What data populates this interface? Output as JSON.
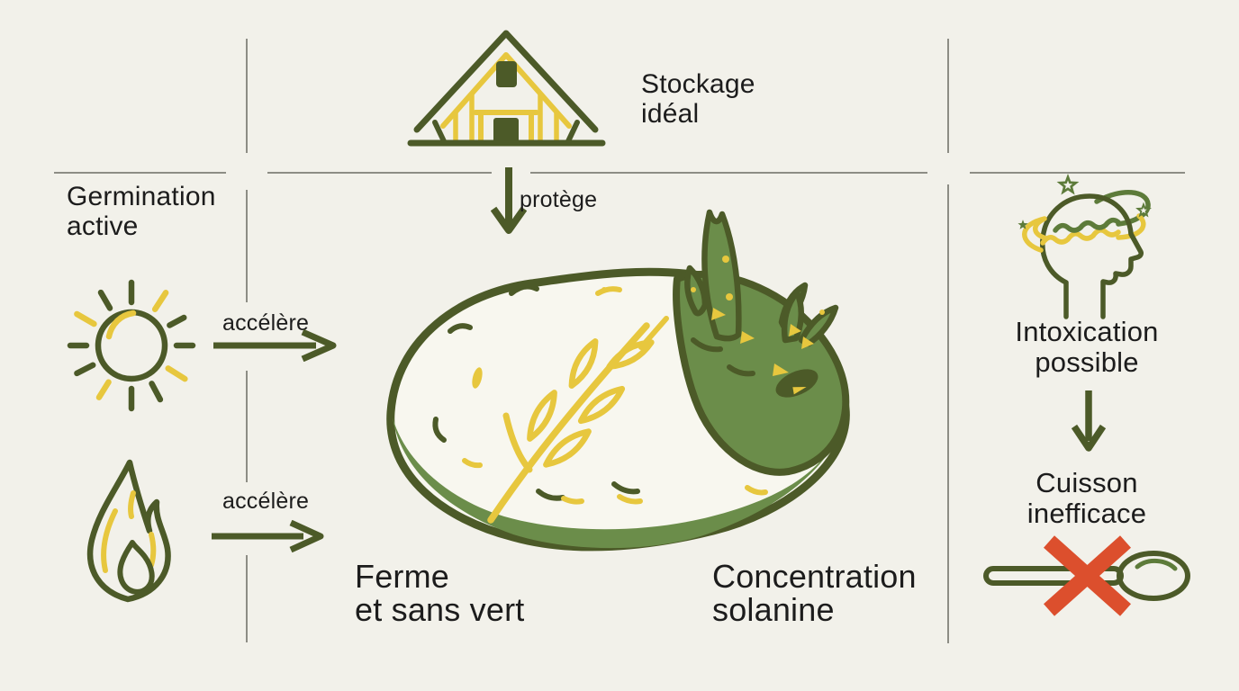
{
  "theme": {
    "colors": {
      "background": "#f2f1ea",
      "ink": "#1c1c1c",
      "dark_green": "#4c5a28",
      "mid_green": "#6b8d4a",
      "yellow": "#e7c73e",
      "cream": "#f8f7ef",
      "red": "#dc4f2d",
      "divider": "#8d8d85"
    }
  },
  "storage": {
    "label_line1": "Stockage",
    "label_line2": "idéal",
    "arrow_label": "protège",
    "icon": "barn-house-icon"
  },
  "germination": {
    "title_line1": "Germination",
    "title_line2": "active",
    "sun_arrow_label": "accélère",
    "heat_arrow_label": "accélère",
    "sun_icon": "sun-icon",
    "heat_icon": "flame-icon"
  },
  "potato": {
    "icon": "potato-with-green-sprouts-illustration",
    "healthy_caption_line1": "Ferme",
    "healthy_caption_line2": "et sans vert",
    "toxic_caption_line1": "Concentration",
    "toxic_caption_line2": "solanine"
  },
  "risk": {
    "head_icon": "dizzy-head-icon",
    "intoxication_line1": "Intoxication",
    "intoxication_line2": "possible",
    "cooking_line1": "Cuisson",
    "cooking_line2": "inefficace",
    "spoon_icon": "crossed-out-spoon-icon"
  }
}
